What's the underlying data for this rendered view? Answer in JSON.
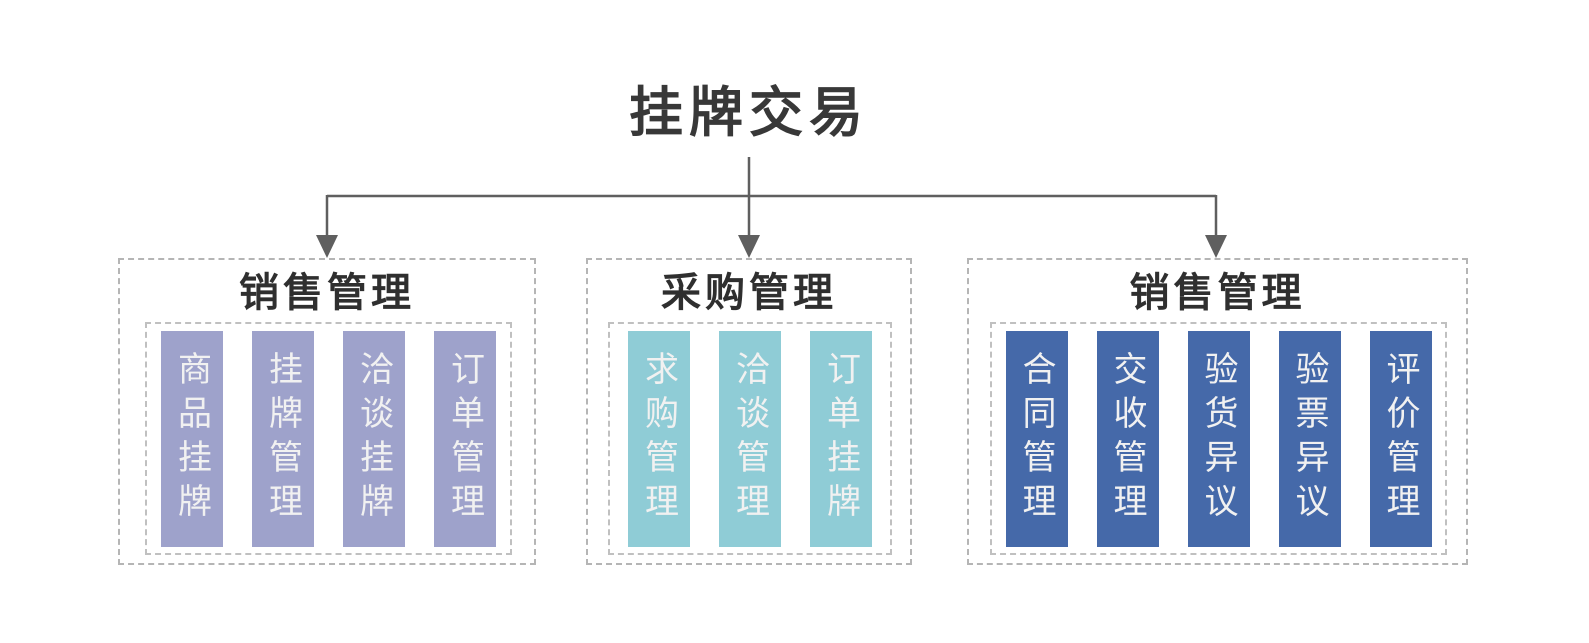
{
  "diagram": {
    "title": "挂牌交易",
    "connector_color": "#5f5f5f",
    "border_color": "#b5b5b5",
    "bar_text_color": "#f1f1f1",
    "groups": [
      {
        "title": "销售管理",
        "color": "#9ea2cb",
        "items": [
          "商品挂牌",
          "挂牌管理",
          "洽谈挂牌",
          "订单管理"
        ]
      },
      {
        "title": "采购管理",
        "color": "#8fccd6",
        "items": [
          "求购管理",
          "洽谈管理",
          "订单挂牌"
        ]
      },
      {
        "title": "销售管理",
        "color": "#4569a9",
        "items": [
          "合同管理",
          "交收管理",
          "验货异议",
          "验票异议",
          "评价管理"
        ]
      }
    ]
  }
}
